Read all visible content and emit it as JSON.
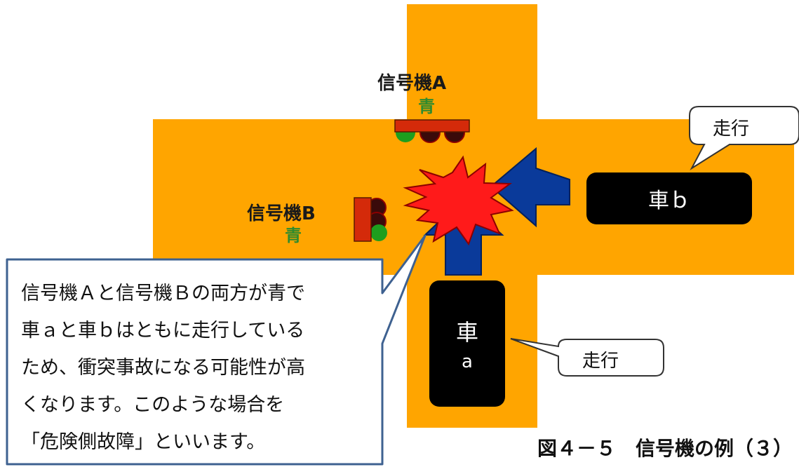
{
  "signal_a": {
    "label": "信号機A",
    "state": "青"
  },
  "signal_b": {
    "label": "信号機B",
    "state": "青"
  },
  "car_a": {
    "label_line1": "車",
    "label_line2": "a"
  },
  "car_b": {
    "label": "車ｂ"
  },
  "callout_car_b": "走行",
  "callout_car_a": "走行",
  "explanation": "信号機Ａと信号機Ｂの両方が青で\n車ａと車ｂはともに走行している\nため、衝突事故になる可能性が高\nくなります。このような場合を\n「危険側故障」といいます。",
  "caption": "図４－５　信号機の例（３）",
  "colors": {
    "road": "#FFA500",
    "signal_housing": "#D42A0A",
    "signal_green": "#1E9E1E",
    "arrow": "#0A3A9A",
    "collision": "#FF1A1A",
    "bubble_border": "#3E6190"
  },
  "icons": [
    "traffic-signal-icon",
    "collision-burst-icon",
    "arrow-up-icon",
    "arrow-left-icon"
  ]
}
